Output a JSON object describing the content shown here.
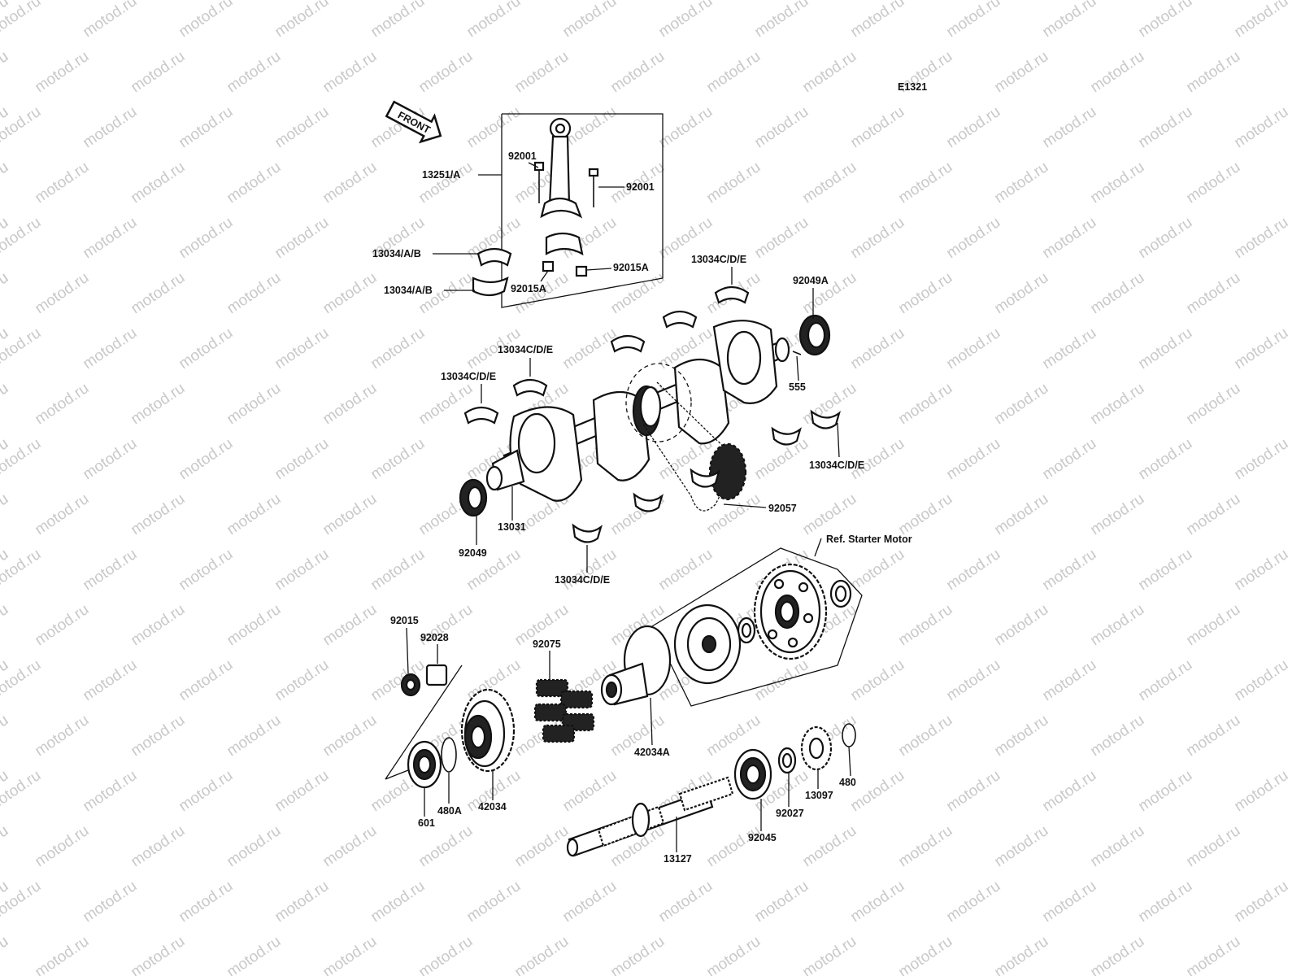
{
  "diagram_code": "E1321",
  "front_label": "FRONT",
  "watermark_text": "motod.ru",
  "parts": {
    "p13251": "13251/A",
    "p92001_left": "92001",
    "p92001_right": "92001",
    "p13034ab_top": "13034/A/B",
    "p13034ab_bottom": "13034/A/B",
    "p92015a_right": "92015A",
    "p92015a_left": "92015A",
    "p13034cde_1": "13034C/D/E",
    "p92049a": "92049A",
    "p13034cde_2": "13034C/D/E",
    "p13034cde_3": "13034C/D/E",
    "p555": "555",
    "p13034cde_4": "13034C/D/E",
    "p92057": "92057",
    "p13031": "13031",
    "p92049": "92049",
    "p13034cde_5": "13034C/D/E",
    "ref_starter": "Ref. Starter Motor",
    "p92015": "92015",
    "p92028": "92028",
    "p92075": "92075",
    "p42034a": "42034A",
    "p601": "601",
    "p480a": "480A",
    "p42034": "42034",
    "p13127": "13127",
    "p92045": "92045",
    "p92027": "92027",
    "p13097": "13097",
    "p480": "480"
  }
}
